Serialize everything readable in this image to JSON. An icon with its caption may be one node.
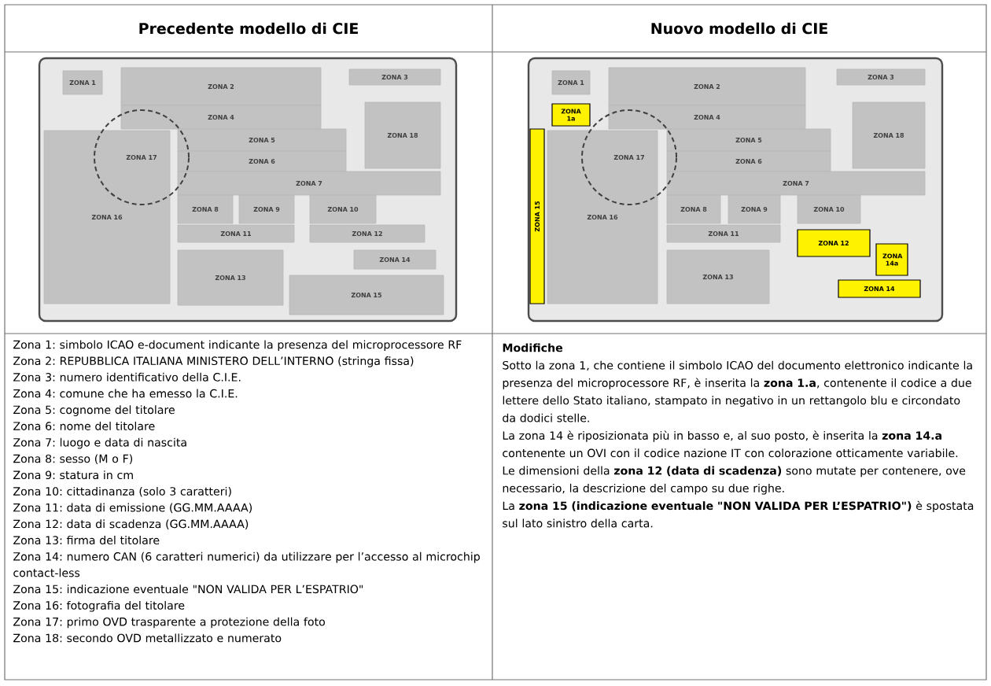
{
  "diagram": {
    "nodes": [
      {
        "text": [],
        "shape": "box"
      },
      {
        "text": [
          "ZONA 1"
        ],
        "in": 0
      },
      {
        "text": [
          "ZONA 2"
        ],
        "in": 0
      },
      {
        "text": [
          "ZONA 3"
        ],
        "in": 0
      },
      {
        "text": [
          "ZONA 4"
        ],
        "in": 0
      },
      {
        "text": [
          "ZONA 5"
        ],
        "in": 0
      },
      {
        "text": [
          "ZONA 6"
        ],
        "in": 0
      },
      {
        "text": [
          "ZONA 7"
        ],
        "in": 0
      },
      {
        "text": [
          "ZONA 8"
        ],
        "in": 0
      },
      {
        "text": [
          "ZONA 9"
        ],
        "in": 0
      },
      {
        "text": [
          "ZONA 10"
        ],
        "in": 0
      },
      {
        "text": [
          "ZONA 11"
        ],
        "in": 0
      },
      {
        "text": [
          "ZONA 12"
        ],
        "in": 0
      },
      {
        "text": [
          "ZONA 13"
        ],
        "in": 0
      },
      {
        "text": [
          "ZONA 14"
        ],
        "in": 0
      },
      {
        "text": [
          "ZONA 15"
        ],
        "in": 0
      },
      {
        "text": [
          "ZONA 16"
        ],
        "in": 0
      },
      {
        "text": [
          "ZONA 17"
        ],
        "in": 0
      },
      {
        "text": [
          "ZONA 18"
        ],
        "in": 0
      },
      {
        "text": [],
        "shape": "box"
      },
      {
        "text": [
          "ZONA 1"
        ],
        "in": 19
      },
      {
        "text": [
          "ZONA 1a"
        ],
        "in": 19
      },
      {
        "text": [
          "ZONA 2"
        ],
        "in": 19
      },
      {
        "text": [
          "ZONA 3"
        ],
        "in": 19
      },
      {
        "text": [
          "ZONA 4"
        ],
        "in": 19
      },
      {
        "text": [
          "ZONA 5"
        ],
        "in": 19
      },
      {
        "text": [
          "ZONA 6"
        ],
        "in": 19
      },
      {
        "text": [
          "ZONA 7"
        ],
        "in": 19
      },
      {
        "text": [
          "ZONA 8"
        ],
        "in": 19
      },
      {
        "text": [
          "ZONA 9"
        ],
        "in": 19
      },
      {
        "text": [
          "ZONA 10"
        ],
        "in": 19
      },
      {
        "text": [
          "ZONA 11"
        ],
        "in": 19
      },
      {
        "text": [
          "ZONA 12"
        ],
        "in": 19
      },
      {
        "text": [
          "ZONA 13"
        ],
        "in": 19
      },
      {
        "text": [
          "ZONA 14"
        ],
        "in": 19
      },
      {
        "text": [
          "ZONA 14a"
        ],
        "in": 19
      },
      {
        "text": [
          "ZONA 15"
        ],
        "in": 19
      },
      {
        "text": [
          "ZONA 16"
        ],
        "in": 19
      },
      {
        "text": [
          "ZONA 17"
        ],
        "in": 19
      },
      {
        "text": [
          "ZONA 18"
        ],
        "in": 19
      }
    ],
    "labels": [
      "Precedente modello di CIE",
      "Nuovo modello di CIE",
      "Zona 1: simbolo ICAO e-document indicante la presenza del microprocessore RF",
      "Zona 2: REPUBBLICA ITALIANA MINISTERO DELL’INTERNO (stringa fissa)",
      "Zona 3: numero identificativo della C.I.E.",
      "Zona 4: comune che ha emesso la C.I.E.",
      "Zona 5: cognome del titolare",
      "Zona 6: nome del titolare",
      "Zona 7: luogo e data di nascita",
      "Zona 8: sesso (M o F)",
      "Zona 9: statura in cm",
      "Zona 10: cittadinanza (solo 3 caratteri)",
      "Zona 11: data di emissione (GG.MM.AAAA)",
      "Zona 12: data di scadenza (GG.MM.AAAA)",
      "Zona 13: firma del titolare",
      "Zona 14: numero CAN (6 caratteri numerici) da utilizzare per l’accesso al microchip contact-less",
      "Zona 15: indicazione eventuale \"NON VALIDA PER L’ESPATRIO\"",
      "Zona 16: fotografia del titolare",
      "Zona 17: primo OVD trasparente a protezione della foto",
      "Zona 18: secondo OVD metallizzato e numerato",
      "Modifiche",
      "Sotto la zona 1, che contiene il simbolo ICAO del documento elettronico indicante la presenza del microprocessore RF, è inserita la **zona 1.a**, contenente il codice a due lettere dello Stato italiano, stampato in negativo in un rettangolo blu e circondato da dodici stelle.",
      "La zona 14 è riposizionata più in basso e, al suo posto, è inserita la **zona 14.a** contenente un OVI con il codice nazione IT con colorazione otticamente variabile.",
      "Le dimensioni della **zona 12 (data di scadenza)** sono mutate per contenere, ove necessario, la descrizione del campo su due righe.",
      "La **zona 15 (indicazione eventuale \"NON VALIDA PER L’ESPATRIO\")** è spostata sul lato sinistro della carta."
    ]
  }
}
